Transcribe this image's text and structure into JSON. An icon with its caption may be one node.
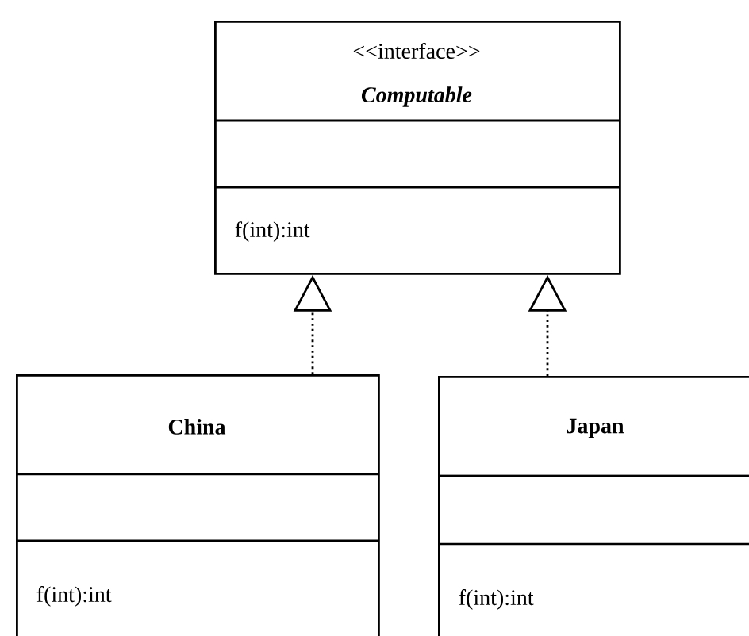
{
  "diagram": {
    "nodes": [
      {
        "text": [
          "<<interface>>",
          "Computable",
          "f(int):int"
        ]
      },
      {
        "text": [
          "China",
          "f(int):int"
        ]
      },
      {
        "text": [
          "Japan",
          "f(int):int"
        ]
      }
    ],
    "edges": [
      {
        "from": 1,
        "to": 0,
        "arrow": "to",
        "style": "dashed"
      },
      {
        "from": 2,
        "to": 0,
        "arrow": "to",
        "style": "dashed"
      }
    ]
  }
}
